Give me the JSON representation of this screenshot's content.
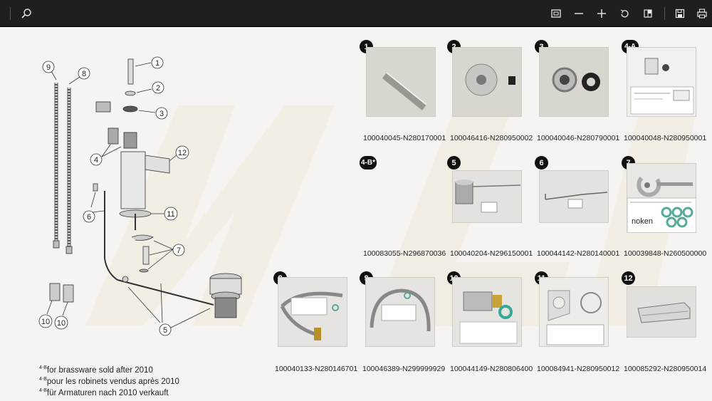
{
  "toolbar": {
    "search_icon": "search-icon",
    "icons": [
      "fit-page-icon",
      "zoom-out-icon",
      "zoom-in-icon",
      "rotate-icon",
      "two-page-icon",
      "save-icon",
      "print-icon"
    ]
  },
  "diagram": {
    "callouts": [
      "9",
      "8",
      "1",
      "2",
      "3",
      "4",
      "12",
      "6",
      "11",
      "7",
      "5",
      "10",
      "10"
    ]
  },
  "footnotes": [
    {
      "sup": "4-B",
      "text": "for brassware sold after 2010"
    },
    {
      "sup": "4-B",
      "text": "pour les robinets vendus après 2010"
    },
    {
      "sup": "4-B",
      "text": "für Armaturen nach 2010 verkauft"
    }
  ],
  "parts": [
    {
      "num": "1",
      "code": "100040045-N280170001"
    },
    {
      "num": "2",
      "code": "100046416-N280950002"
    },
    {
      "num": "3",
      "code": "100040046-N280790001"
    },
    {
      "num": "4-A",
      "code": "100040048-N280950001"
    },
    {
      "num": "4-B*",
      "code": "100083055-N296870036"
    },
    {
      "num": "5",
      "code": "100040204-N296150001"
    },
    {
      "num": "6",
      "code": "100044142-N280140001"
    },
    {
      "num": "7",
      "code": "100039848-N260500000"
    },
    {
      "num": "8",
      "code": "100040133-N280146701"
    },
    {
      "num": "9",
      "code": "100046389-N299999929"
    },
    {
      "num": "10",
      "code": "100044149-N280806400"
    },
    {
      "num": "11",
      "code": "100084941-N280950012"
    },
    {
      "num": "12",
      "code": "100085292-N280950014"
    }
  ],
  "photo_labels": {
    "p7_brand": "noken"
  }
}
